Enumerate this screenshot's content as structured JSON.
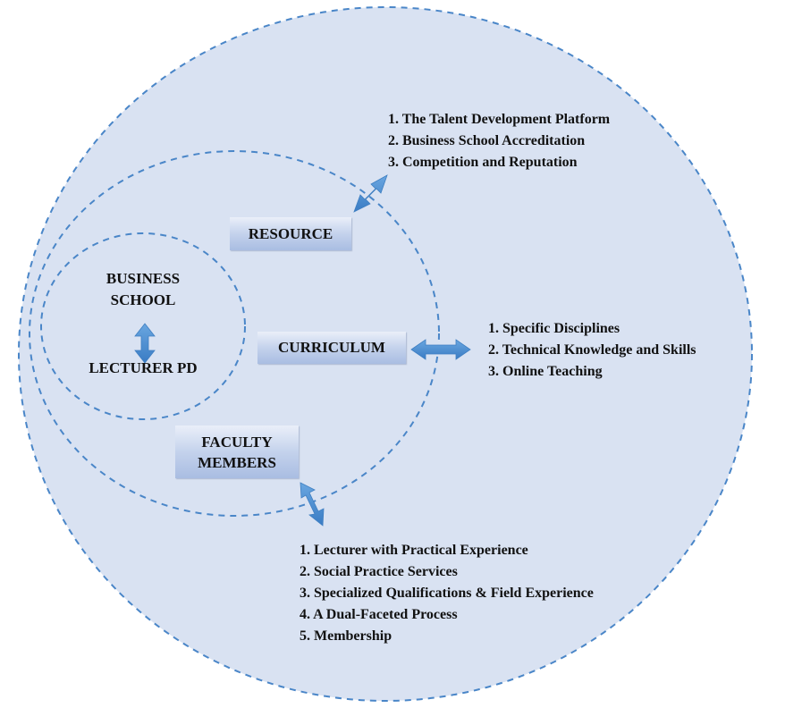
{
  "colors": {
    "fill": "#d9e2f2",
    "dash": "#4a86c8",
    "arrow": "#4a8bd0"
  },
  "center": {
    "top": "BUSINESS",
    "bottom": "SCHOOL",
    "label2": "LECTURER PD"
  },
  "boxes": {
    "resource": "RESOURCE",
    "curriculum": "CURRICULUM",
    "faculty_line1": "FACULTY",
    "faculty_line2": "MEMBERS"
  },
  "resource_items": [
    "1. The Talent Development Platform",
    "2. Business School Accreditation",
    "3. Competition and Reputation"
  ],
  "curriculum_items": [
    "1. Specific Disciplines",
    "2. Technical Knowledge and Skills",
    "3. Online Teaching"
  ],
  "faculty_items": [
    "1. Lecturer with Practical Experience",
    "2. Social Practice Services",
    "3. Specialized Qualifications & Field Experience",
    "4. A Dual-Faceted Process",
    "5. Membership"
  ]
}
